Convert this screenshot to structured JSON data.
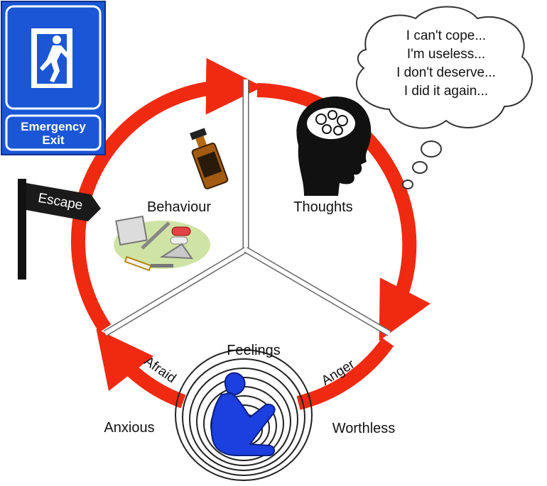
{
  "emergency_sign": {
    "line1": "Emergency",
    "line2": "Exit",
    "color": "#1a56d6"
  },
  "escape_sign": {
    "label": "Escape"
  },
  "sections": {
    "behaviour": "Behaviour",
    "thoughts": "Thoughts",
    "feelings": "Feelings"
  },
  "arc_labels": {
    "afraid": "Afraid",
    "anger": "Anger"
  },
  "feeling_words": {
    "anxious": "Anxious",
    "worthless": "Worthless"
  },
  "thought_bubble": {
    "lines": [
      "I can't cope...",
      "I'm useless...",
      "I don't deserve...",
      "I did it again..."
    ]
  },
  "colors": {
    "cycle_arrow": "#f02a10",
    "figure": "#1c3fe0"
  }
}
